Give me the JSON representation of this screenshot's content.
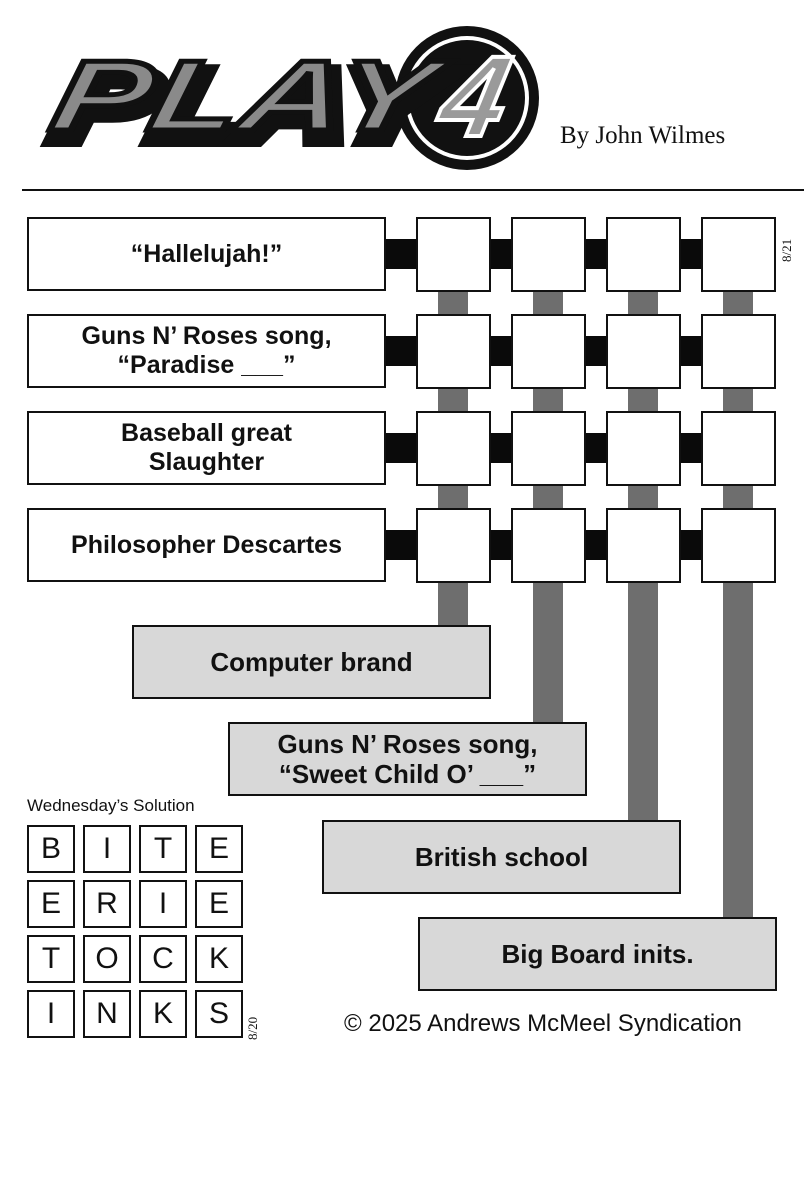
{
  "header": {
    "logo_text": "PLAY",
    "logo_number": "4",
    "byline": "By John Wilmes"
  },
  "puzzle": {
    "date_code": "8/21",
    "row_clues": [
      "“Hallelujah!”",
      "Guns N’ Roses song,\n“Paradise ___”",
      "Baseball great\nSlaughter",
      "Philosopher Descartes"
    ],
    "column_clues": [
      "Computer brand",
      "Guns N’ Roses song,\n“Sweet Child O’ ___”",
      "British school",
      "Big Board inits."
    ],
    "grid": [
      [
        "",
        "",
        "",
        ""
      ],
      [
        "",
        "",
        "",
        ""
      ],
      [
        "",
        "",
        "",
        ""
      ],
      [
        "",
        "",
        "",
        ""
      ]
    ]
  },
  "solution": {
    "title": "Wednesday’s Solution",
    "date_code": "8/20",
    "rows": [
      [
        "B",
        "I",
        "T",
        "E"
      ],
      [
        "E",
        "R",
        "I",
        "E"
      ],
      [
        "T",
        "O",
        "C",
        "K"
      ],
      [
        "I",
        "N",
        "K",
        "S"
      ]
    ]
  },
  "footer": {
    "copyright": "© 2025 Andrews McMeel Syndication"
  }
}
